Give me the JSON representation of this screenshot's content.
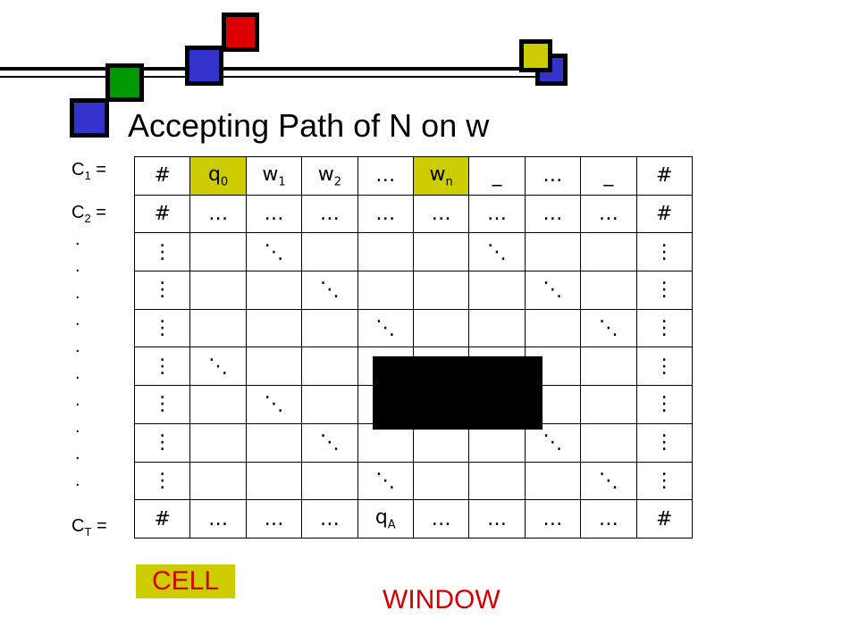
{
  "title": "Accepting Path of N on w",
  "colors": {
    "red": "#dd0000",
    "blue": "#3333cc",
    "green": "#009900",
    "yellow": "#cccc00",
    "label_red": "#d40000"
  },
  "row_labels": {
    "c1": {
      "base": "C",
      "sub": "1",
      "suffix": " ="
    },
    "c2": {
      "base": "C",
      "sub": "2",
      "suffix": " ="
    },
    "ct": {
      "base": "C",
      "sub": "T",
      "suffix": " ="
    },
    "dots": [
      ".",
      ".",
      ".",
      ".",
      ".",
      ".",
      ".",
      ".",
      ".",
      "."
    ]
  },
  "tableau": [
    [
      {
        "t": "#"
      },
      {
        "t": "q",
        "s": "0",
        "hl": true
      },
      {
        "t": "w",
        "s": "1"
      },
      {
        "t": "w",
        "s": "2"
      },
      {
        "t": "…"
      },
      {
        "t": "w",
        "s": "n",
        "hl": true
      },
      {
        "t": "_"
      },
      {
        "t": "…"
      },
      {
        "t": "_"
      },
      {
        "t": "#"
      }
    ],
    [
      {
        "t": "#"
      },
      {
        "t": "…"
      },
      {
        "t": "…"
      },
      {
        "t": "…"
      },
      {
        "t": "…"
      },
      {
        "t": "…"
      },
      {
        "t": "…"
      },
      {
        "t": "…"
      },
      {
        "t": "…"
      },
      {
        "t": "#"
      }
    ],
    [
      {
        "t": "⋮"
      },
      {
        "t": ""
      },
      {
        "t": "⋱"
      },
      {
        "t": ""
      },
      {
        "t": ""
      },
      {
        "t": ""
      },
      {
        "t": "⋱"
      },
      {
        "t": ""
      },
      {
        "t": ""
      },
      {
        "t": "⋮"
      }
    ],
    [
      {
        "t": "⋮"
      },
      {
        "t": ""
      },
      {
        "t": ""
      },
      {
        "t": "⋱"
      },
      {
        "t": ""
      },
      {
        "t": ""
      },
      {
        "t": ""
      },
      {
        "t": "⋱"
      },
      {
        "t": ""
      },
      {
        "t": "⋮"
      }
    ],
    [
      {
        "t": "⋮"
      },
      {
        "t": ""
      },
      {
        "t": ""
      },
      {
        "t": ""
      },
      {
        "t": "⋱"
      },
      {
        "t": ""
      },
      {
        "t": ""
      },
      {
        "t": ""
      },
      {
        "t": "⋱"
      },
      {
        "t": "⋮"
      }
    ],
    [
      {
        "t": "⋮"
      },
      {
        "t": "⋱"
      },
      {
        "t": ""
      },
      {
        "t": ""
      },
      {
        "t": ""
      },
      {
        "t": ""
      },
      {
        "t": ""
      },
      {
        "t": ""
      },
      {
        "t": ""
      },
      {
        "t": "⋮"
      }
    ],
    [
      {
        "t": "⋮"
      },
      {
        "t": ""
      },
      {
        "t": "⋱"
      },
      {
        "t": ""
      },
      {
        "t": ""
      },
      {
        "t": ""
      },
      {
        "t": ""
      },
      {
        "t": ""
      },
      {
        "t": ""
      },
      {
        "t": "⋮"
      }
    ],
    [
      {
        "t": "⋮"
      },
      {
        "t": ""
      },
      {
        "t": ""
      },
      {
        "t": "⋱"
      },
      {
        "t": ""
      },
      {
        "t": ""
      },
      {
        "t": ""
      },
      {
        "t": "⋱"
      },
      {
        "t": ""
      },
      {
        "t": "⋮"
      }
    ],
    [
      {
        "t": "⋮"
      },
      {
        "t": ""
      },
      {
        "t": ""
      },
      {
        "t": ""
      },
      {
        "t": "⋱"
      },
      {
        "t": ""
      },
      {
        "t": ""
      },
      {
        "t": ""
      },
      {
        "t": "⋱"
      },
      {
        "t": "⋮"
      }
    ],
    [
      {
        "t": "#"
      },
      {
        "t": "…"
      },
      {
        "t": "…"
      },
      {
        "t": "…"
      },
      {
        "t": "q",
        "s": "A"
      },
      {
        "t": "…"
      },
      {
        "t": "…"
      },
      {
        "t": "…"
      },
      {
        "t": "…"
      },
      {
        "t": "#"
      }
    ]
  ],
  "cell_label": "CELL",
  "window_label": "WINDOW"
}
